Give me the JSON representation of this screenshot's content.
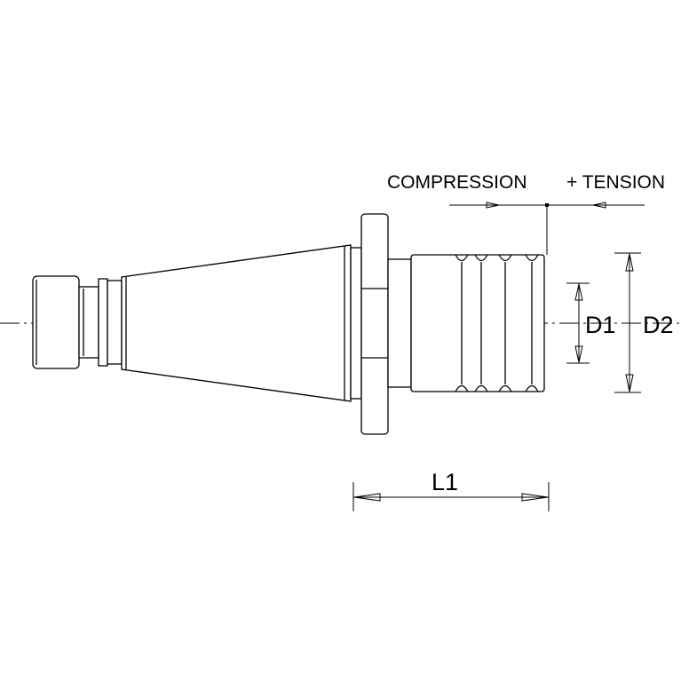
{
  "labels": {
    "compression": "COMPRESSION",
    "tension": "+ TENSION",
    "d1": "D1",
    "d2": "D2",
    "l1": "L1"
  },
  "colors": {
    "line": "#000000",
    "background": "#ffffff"
  }
}
